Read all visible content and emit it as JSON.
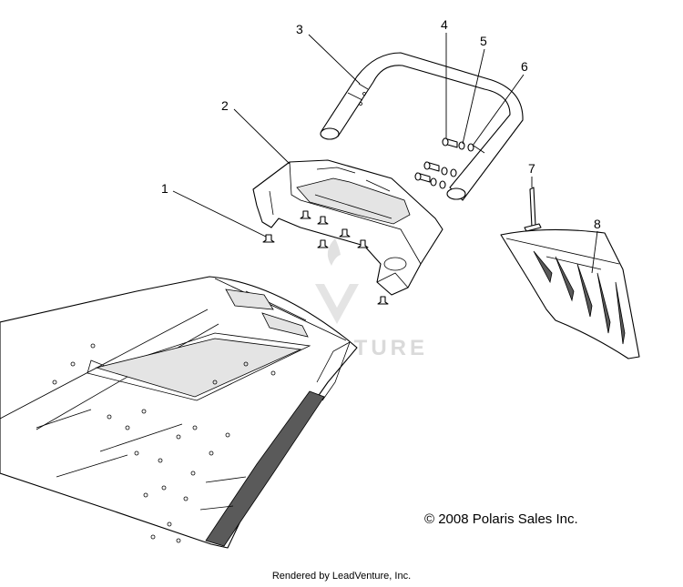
{
  "callouts": [
    {
      "label": "1"
    },
    {
      "label": "2"
    },
    {
      "label": "3"
    },
    {
      "label": "4"
    },
    {
      "label": "5"
    },
    {
      "label": "6"
    },
    {
      "label": "7"
    },
    {
      "label": "8"
    }
  ],
  "copyright": "© 2008 Polaris Sales Inc.",
  "watermark": "LEADVENTURE",
  "footer": "Rendered by LeadVenture, Inc.",
  "colors": {
    "line": "#000000",
    "background": "#ffffff",
    "watermark": "#d6d6d6"
  }
}
